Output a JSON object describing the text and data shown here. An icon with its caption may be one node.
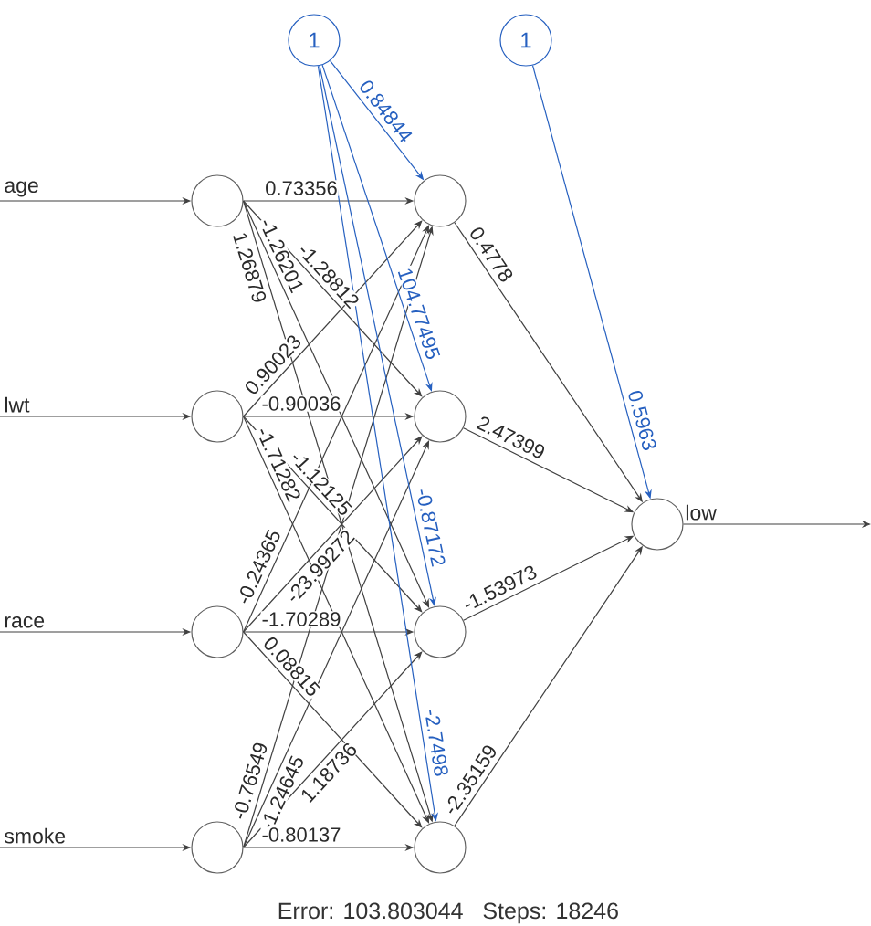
{
  "diagram": {
    "nodes": [
      {
        "text": [
          "1"
        ]
      },
      {
        "text": [
          "1"
        ]
      },
      {
        "text": [],
        "shape": "circle"
      },
      {
        "text": [],
        "shape": "circle"
      },
      {
        "text": [],
        "shape": "circle"
      },
      {
        "text": [],
        "shape": "circle"
      },
      {
        "text": [],
        "shape": "circle"
      },
      {
        "text": [],
        "shape": "circle"
      },
      {
        "text": [],
        "shape": "circle"
      },
      {
        "text": [],
        "shape": "circle"
      },
      {
        "text": [],
        "shape": "circle"
      }
    ],
    "edges": [
      {
        "from": null,
        "to": 2,
        "arrow": "to",
        "label": "age"
      },
      {
        "from": null,
        "to": 3,
        "arrow": "to",
        "label": "lwt"
      },
      {
        "from": null,
        "to": 4,
        "arrow": "to",
        "label": "race"
      },
      {
        "from": null,
        "to": 5,
        "arrow": "to",
        "label": "smoke"
      },
      {
        "from": 2,
        "to": 6,
        "arrow": "to",
        "label": "0.73356"
      },
      {
        "from": 2,
        "to": 7,
        "arrow": "to",
        "label": "-1.28812"
      },
      {
        "from": 2,
        "to": 8,
        "arrow": "to",
        "label": "-1.26201"
      },
      {
        "from": 2,
        "to": 9,
        "arrow": "to",
        "label": "1.26879"
      },
      {
        "from": 3,
        "to": 6,
        "arrow": "to",
        "label": "0.90023"
      },
      {
        "from": 3,
        "to": 7,
        "arrow": "to",
        "label": "-0.90036"
      },
      {
        "from": 3,
        "to": 8,
        "arrow": "to",
        "label": "-1.12125"
      },
      {
        "from": 3,
        "to": 9,
        "arrow": "to",
        "label": "-1.71282"
      },
      {
        "from": 4,
        "to": 6,
        "arrow": "to",
        "label": "-0.24365"
      },
      {
        "from": 4,
        "to": 7,
        "arrow": "to",
        "label": "-23.99272"
      },
      {
        "from": 4,
        "to": 8,
        "arrow": "to",
        "label": "-1.70289"
      },
      {
        "from": 4,
        "to": 9,
        "arrow": "to",
        "label": "0.08815"
      },
      {
        "from": 5,
        "to": 6,
        "arrow": "to",
        "label": "-0.76549"
      },
      {
        "from": 5,
        "to": 7,
        "arrow": "to",
        "label": "-1.24645"
      },
      {
        "from": 5,
        "to": 8,
        "arrow": "to",
        "label": "1.18736"
      },
      {
        "from": 5,
        "to": 9,
        "arrow": "to",
        "label": "-0.80137"
      },
      {
        "from": 0,
        "to": 6,
        "arrow": "to",
        "label": "0.84844",
        "color": "#2660c0"
      },
      {
        "from": 0,
        "to": 7,
        "arrow": "to",
        "label": "104.77495",
        "color": "#2660c0"
      },
      {
        "from": 0,
        "to": 8,
        "arrow": "to",
        "label": "-0.87172",
        "color": "#2660c0"
      },
      {
        "from": 0,
        "to": 9,
        "arrow": "to",
        "label": "-2.7498",
        "color": "#2660c0"
      },
      {
        "from": 6,
        "to": 10,
        "arrow": "to",
        "label": "0.4778"
      },
      {
        "from": 7,
        "to": 10,
        "arrow": "to",
        "label": "2.47399"
      },
      {
        "from": 8,
        "to": 10,
        "arrow": "to",
        "label": "-1.53973"
      },
      {
        "from": 9,
        "to": 10,
        "arrow": "to",
        "label": "-2.35159"
      },
      {
        "from": 1,
        "to": 10,
        "arrow": "to",
        "label": "0.5963",
        "color": "#2660c0"
      },
      {
        "from": 10,
        "to": null,
        "arrow": "to",
        "label": "low"
      }
    ],
    "labels": [
      "Error: 103.803044",
      "Steps: 18246"
    ]
  }
}
